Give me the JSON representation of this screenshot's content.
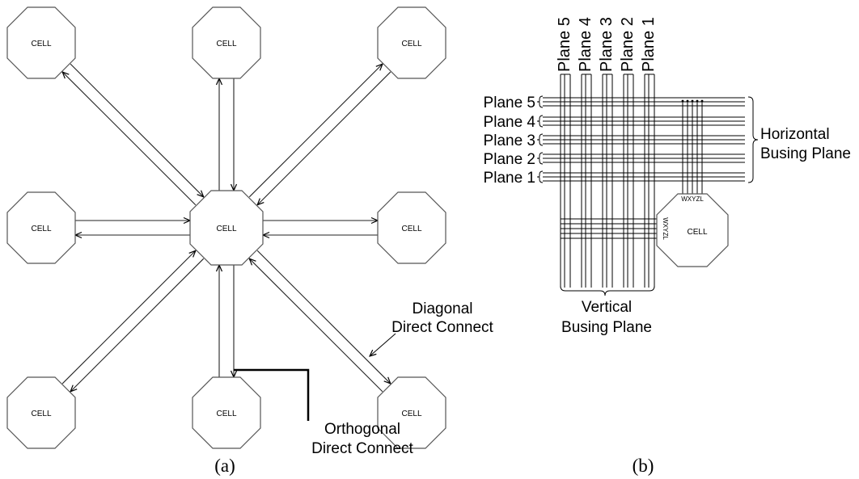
{
  "part_a": {
    "cells": [
      {
        "label": "CELL"
      },
      {
        "label": "CELL"
      },
      {
        "label": "CELL"
      },
      {
        "label": "CELL"
      },
      {
        "label": "CELL"
      },
      {
        "label": "CELL"
      },
      {
        "label": "CELL"
      },
      {
        "label": "CELL"
      },
      {
        "label": "CELL"
      }
    ],
    "diagonal_label": {
      "line1": "Diagonal",
      "line2": "Direct Connect"
    },
    "orthogonal_label": {
      "line1": "Orthogonal",
      "line2": "Direct Connect"
    },
    "caption": "(a)"
  },
  "part_b": {
    "vertical_plane_labels": [
      "Plane 5",
      "Plane 4",
      "Plane 3",
      "Plane 2",
      "Plane 1"
    ],
    "horizontal_plane_labels": [
      "Plane 5",
      "Plane 4",
      "Plane 3",
      "Plane 2",
      "Plane 1"
    ],
    "horizontal_busing_label": {
      "line1": "Horizontal",
      "line2": "Busing Plane"
    },
    "vertical_busing_label": {
      "line1": "Vertical",
      "line2": "Busing Plane"
    },
    "cell_label": "CELL",
    "top_pins": "WXYZL",
    "side_pins": "WXYZL",
    "caption": "(b)"
  }
}
